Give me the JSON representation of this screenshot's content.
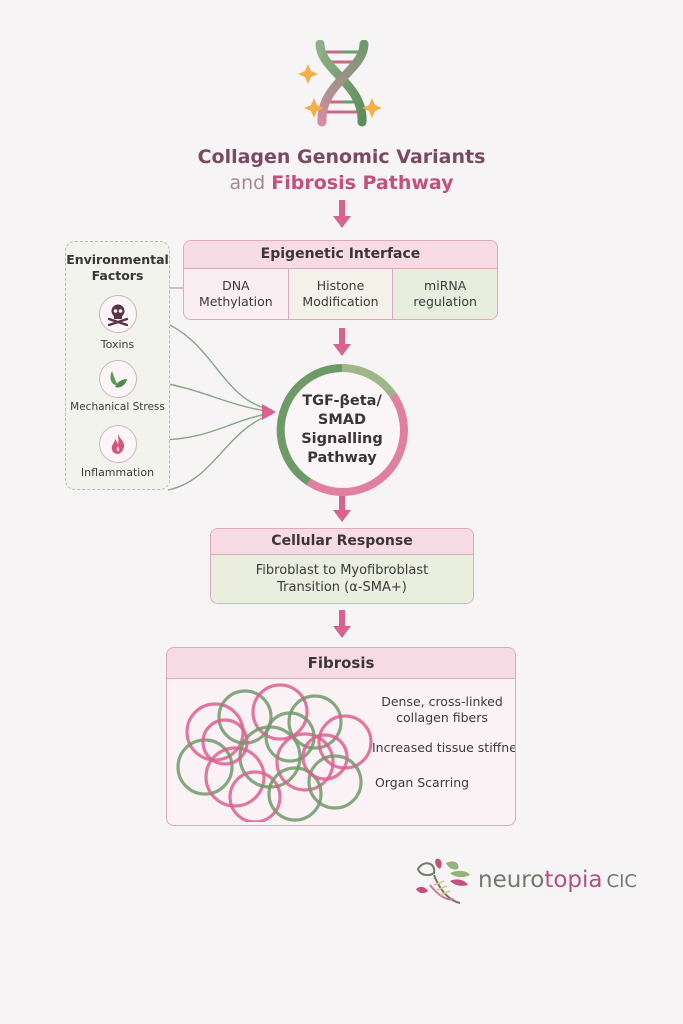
{
  "header": {
    "icon": "dna-icon",
    "title_line1": "Collagen Genomic Variants",
    "title_line2_prefix": "and",
    "title_line2_highlight": "Fibrosis Pathway"
  },
  "epigenetic": {
    "title": "Epigenetic Interface",
    "items": [
      {
        "line1": "DNA",
        "line2": "Methylation"
      },
      {
        "line1": "Histone",
        "line2": "Modification"
      },
      {
        "line1": "miRNA",
        "line2": "regulation"
      }
    ]
  },
  "environmental": {
    "title_line1": "Environmental",
    "title_line2": "Factors",
    "factors": [
      {
        "label": "Toxins",
        "icon": "skull-crossbones-icon"
      },
      {
        "label": "Mechanical Stress",
        "icon": "leaf-icon"
      },
      {
        "label": "Inflammation",
        "icon": "flame-icon"
      }
    ]
  },
  "pathway": {
    "line1": "TGF-βeta/",
    "line2": "SMAD",
    "line3": "Signalling",
    "line4": "Pathway"
  },
  "cellular": {
    "title": "Cellular Response",
    "line1": "Fibroblast to Myofibroblast",
    "line2": "Transition (α-SMA+)"
  },
  "fibrosis": {
    "title": "Fibrosis",
    "outcomes": [
      {
        "line1": "Dense, cross-linked",
        "line2": "collagen fibers"
      },
      {
        "line1": "Increased tissue stiffness",
        "line2": ""
      },
      {
        "line1": "Organ Scarring",
        "line2": ""
      }
    ]
  },
  "logo": {
    "part1": "neuro",
    "part2": "topia",
    "suffix": "CIC"
  },
  "colors": {
    "pink": "#d9628f",
    "green": "#6f9a6a",
    "background": "#f7f4f6"
  }
}
